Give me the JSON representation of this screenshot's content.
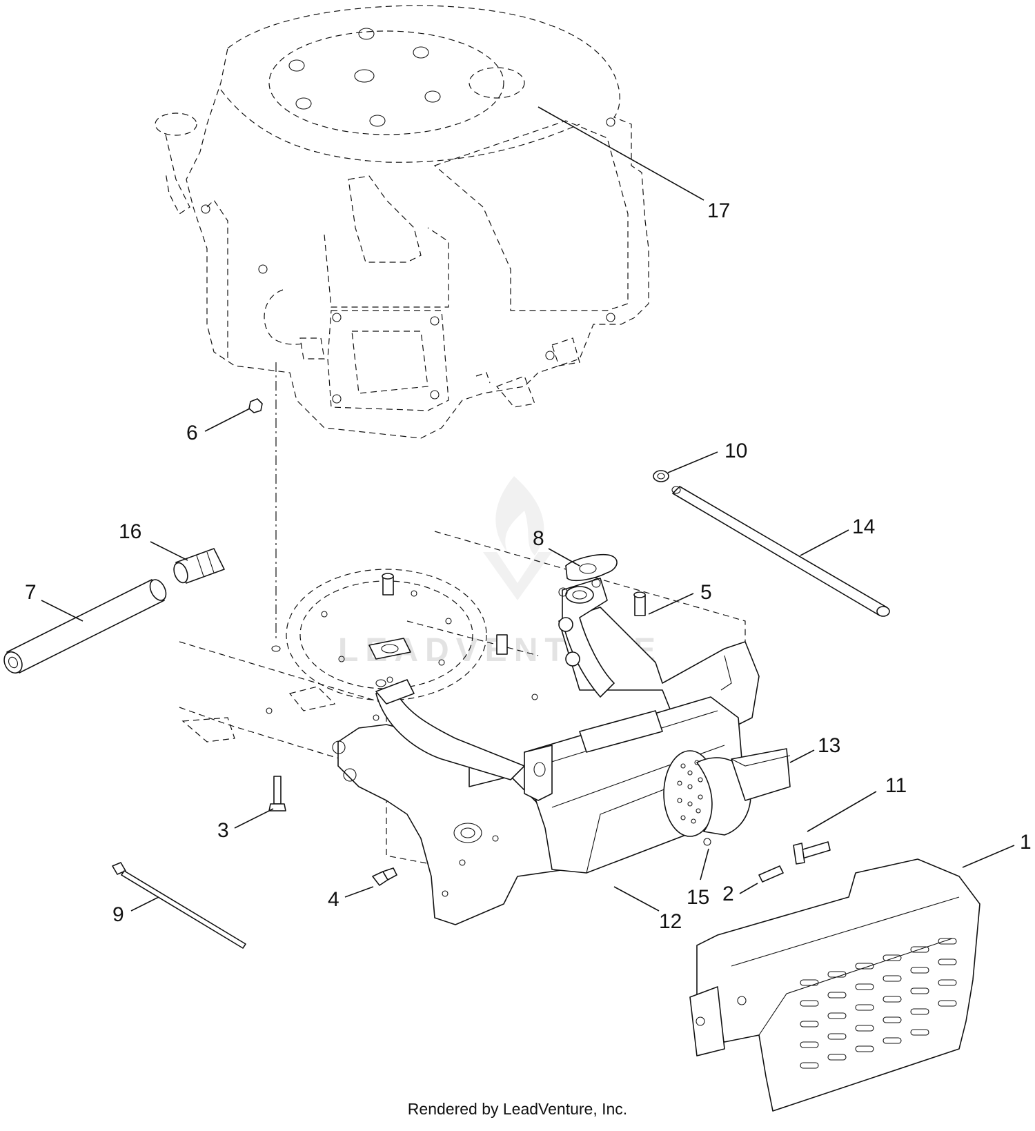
{
  "diagram": {
    "callouts": [
      {
        "label": "1"
      },
      {
        "label": "2"
      },
      {
        "label": "3"
      },
      {
        "label": "4"
      },
      {
        "label": "5"
      },
      {
        "label": "6"
      },
      {
        "label": "7"
      },
      {
        "label": "8"
      },
      {
        "label": "9"
      },
      {
        "label": "10"
      },
      {
        "label": "11"
      },
      {
        "label": "12"
      },
      {
        "label": "13"
      },
      {
        "label": "14"
      },
      {
        "label": "15"
      },
      {
        "label": "16"
      },
      {
        "label": "17"
      }
    ],
    "watermark": "LEADVENTURE",
    "watermark_icon": "leadventure-flame-logo",
    "footer": "Rendered by LeadVenture, Inc."
  },
  "colors": {
    "line": "#111111",
    "background": "#ffffff",
    "watermark": "#e3e3e3"
  }
}
